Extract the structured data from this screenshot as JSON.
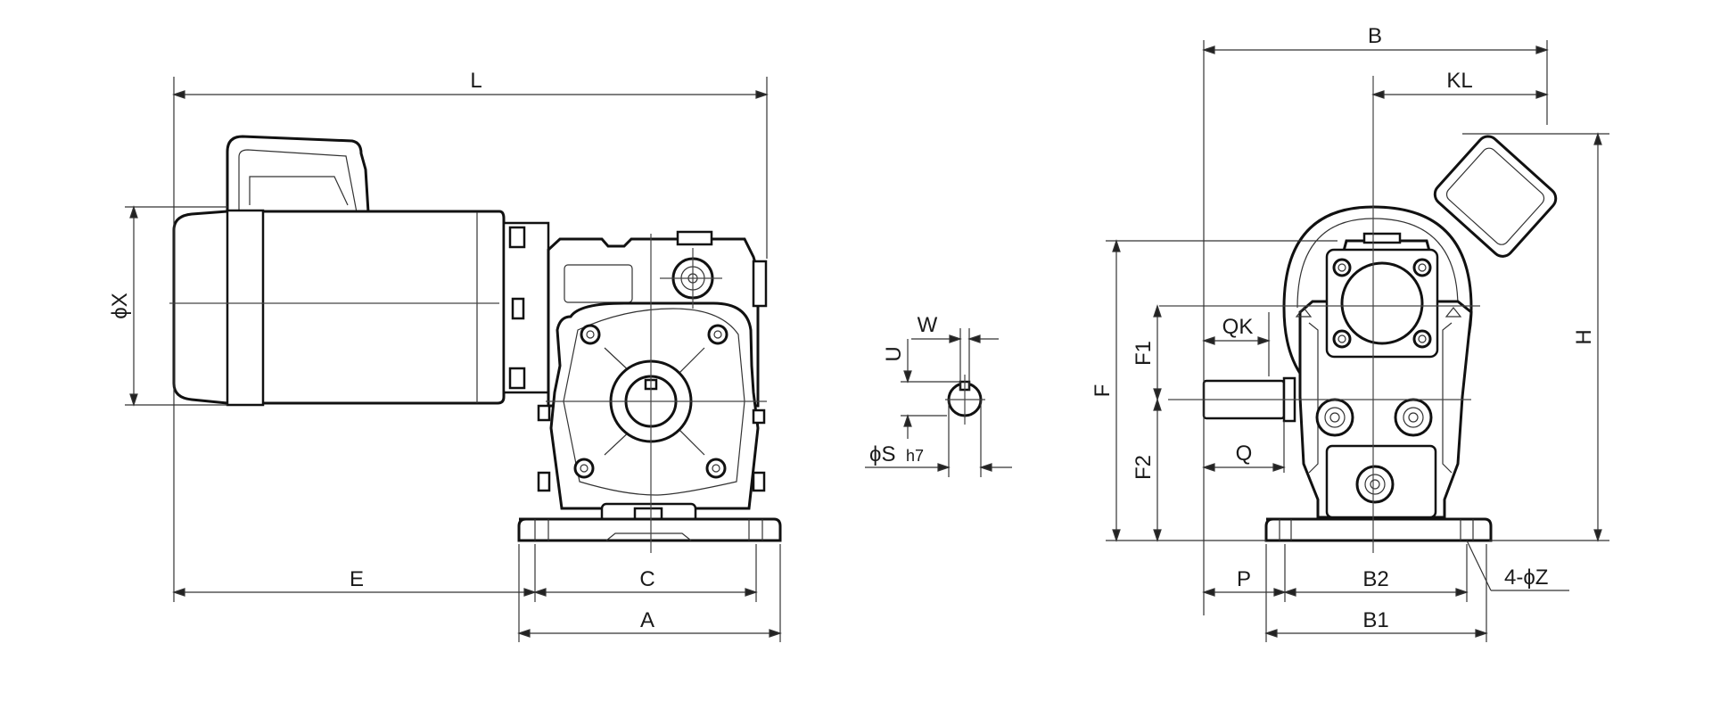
{
  "labels": {
    "L": "L",
    "phi_X": "ϕX",
    "E": "E",
    "C": "C",
    "A": "A",
    "W": "W",
    "U": "U",
    "phi_S": "ϕS",
    "h7": "h7",
    "B": "B",
    "KL": "KL",
    "QK": "QK",
    "F1": "F1",
    "F": "F",
    "H": "H",
    "F2": "F2",
    "Q": "Q",
    "P": "P",
    "B2": "B2",
    "B1": "B1",
    "four_phi_Z": "4-ϕZ"
  }
}
